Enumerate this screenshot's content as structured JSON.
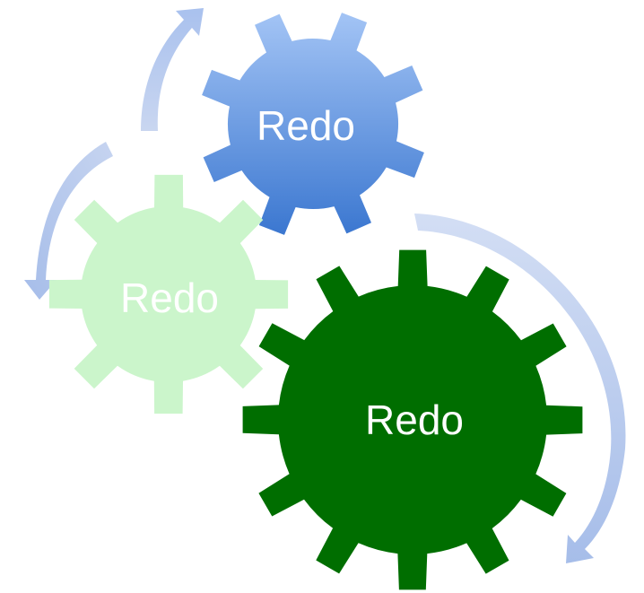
{
  "gears": [
    {
      "id": "gear-blue",
      "label": "Redo",
      "color_top": "#9fc1f3",
      "color_bottom": "#3a78d1",
      "text_color": "#ffffff"
    },
    {
      "id": "gear-lightgreen",
      "label": "Redo",
      "color_top": "#cff7cf",
      "color_bottom": "#c6f3c6",
      "text_color": "#ffffff"
    },
    {
      "id": "gear-darkgreen",
      "label": "Redo",
      "color_top": "#006e00",
      "color_bottom": "#006e00",
      "text_color": "#ffffff"
    }
  ],
  "arrows": {
    "color": "#b6c9ec"
  }
}
